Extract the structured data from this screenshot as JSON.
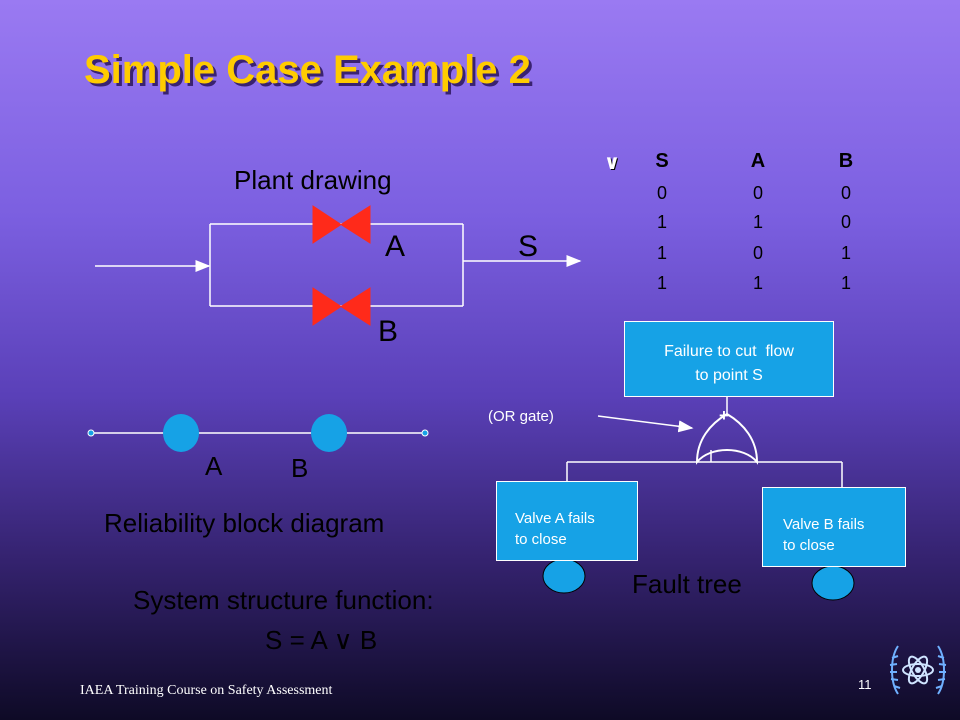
{
  "title": "Simple Case Example 2",
  "plant": {
    "label": "Plant drawing",
    "valve_a": "A",
    "valve_b": "B",
    "output": "S"
  },
  "truth_table": {
    "symbol": "∨",
    "headers": [
      "S",
      "A",
      "B"
    ],
    "rows": [
      [
        "0",
        "0",
        "0"
      ],
      [
        "1",
        "1",
        "0"
      ],
      [
        "1",
        "0",
        "1"
      ],
      [
        "1",
        "1",
        "1"
      ]
    ]
  },
  "rbd": {
    "a": "A",
    "b": "B",
    "caption": "Reliability block diagram"
  },
  "structure": {
    "label": "System structure function:",
    "formula": "S = A ∨ B"
  },
  "fault_tree": {
    "top_event_line1": "Failure to cut  flow",
    "top_event_line2": "to point S",
    "gate_label": "(OR gate)",
    "gate_symbol": "+",
    "event_a_line1": "Valve A fails",
    "event_a_line2": "to close",
    "event_b_line1": "Valve B fails",
    "event_b_line2": "to close",
    "caption": "Fault tree"
  },
  "footer": "IAEA Training Course on Safety Assessment",
  "page_number": "11",
  "colors": {
    "title": "#ffcc00",
    "valve": "#ff2a1a",
    "node": "#16a2e6",
    "box": "#16a2e6"
  }
}
